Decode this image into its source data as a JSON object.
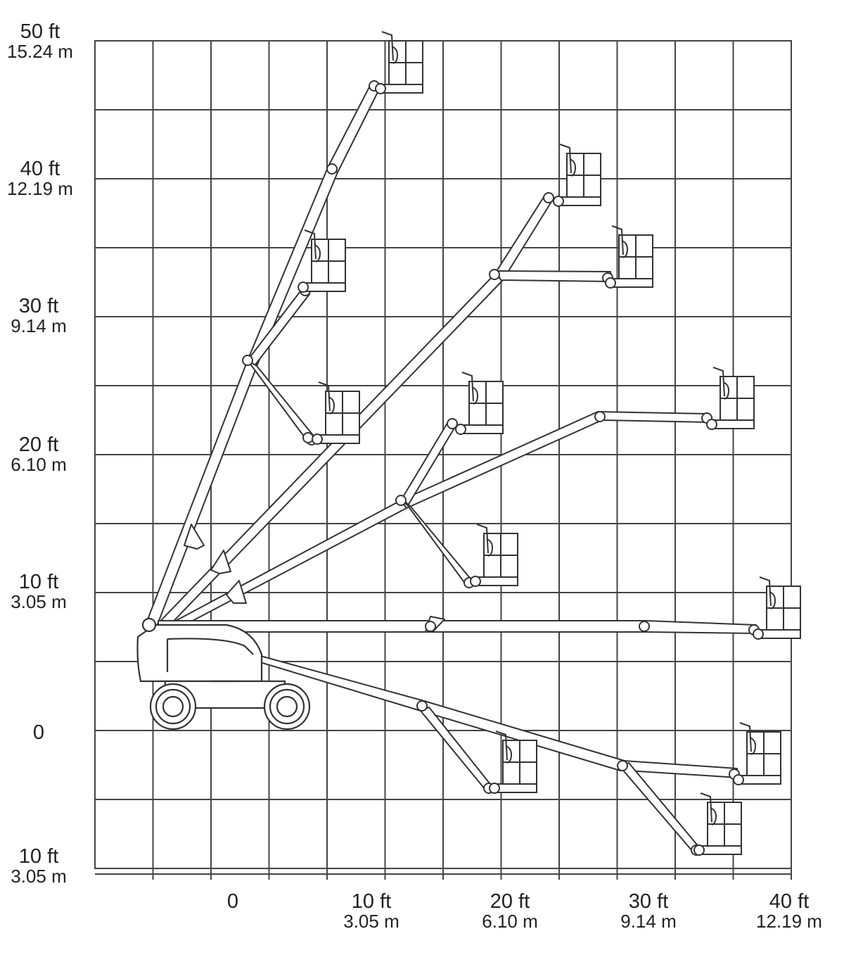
{
  "y_axis": {
    "labels": [
      {
        "ft": "50 ft",
        "m": "15.24 m",
        "value": 50
      },
      {
        "ft": "40 ft",
        "m": "12.19 m",
        "value": 40
      },
      {
        "ft": "30 ft",
        "m": "9.14 m",
        "value": 30
      },
      {
        "ft": "20 ft",
        "m": "6.10 m",
        "value": 20
      },
      {
        "ft": "10 ft",
        "m": "3.05 m",
        "value": 10
      },
      {
        "ft": "0",
        "m": "",
        "value": 0
      },
      {
        "ft": "10 ft",
        "m": "3.05 m",
        "value": -10
      }
    ]
  },
  "x_axis": {
    "labels": [
      {
        "ft": "0",
        "m": "",
        "value": 0
      },
      {
        "ft": "10 ft",
        "m": "3.05 m",
        "value": 10
      },
      {
        "ft": "20 ft",
        "m": "6.10 m",
        "value": 20
      },
      {
        "ft": "30 ft",
        "m": "9.14 m",
        "value": 30
      },
      {
        "ft": "40 ft",
        "m": "12.19 m",
        "value": 40
      }
    ]
  },
  "grid": {
    "x_min": -20,
    "x_max": 40,
    "y_min": -10,
    "y_max": 50,
    "step": 5
  },
  "colors": {
    "line": "#333333",
    "grid": "#444444"
  }
}
